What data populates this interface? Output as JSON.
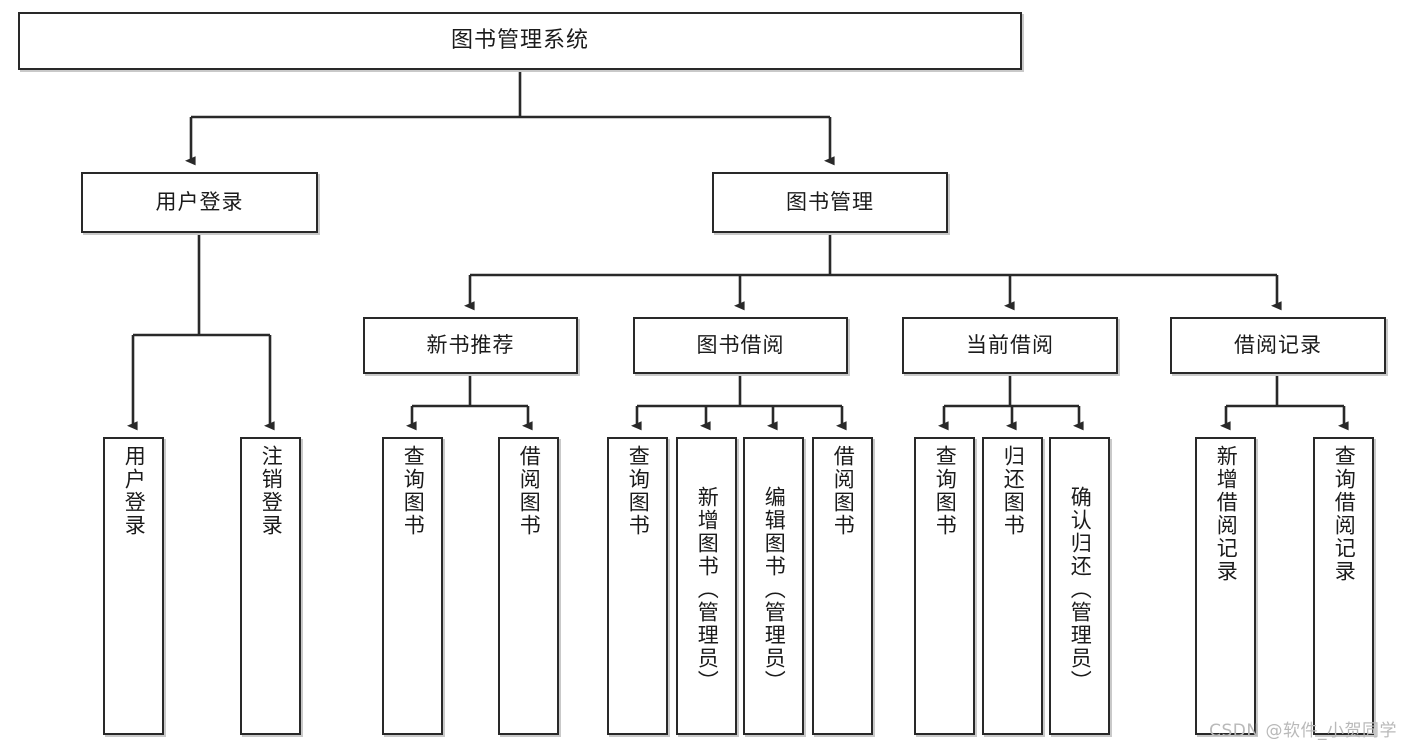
{
  "diagram": {
    "title": "图书管理系统",
    "type": "hierarchy-tree",
    "root": {
      "id": "root",
      "label": "图书管理系统"
    },
    "level1": [
      {
        "id": "user-login",
        "label": "用户登录"
      },
      {
        "id": "book-manage",
        "label": "图书管理"
      }
    ],
    "level2": [
      {
        "id": "new-book-rec",
        "label": "新书推荐",
        "parent": "book-manage"
      },
      {
        "id": "book-borrow",
        "label": "图书借阅",
        "parent": "book-manage"
      },
      {
        "id": "current-borrow",
        "label": "当前借阅",
        "parent": "book-manage"
      },
      {
        "id": "borrow-record",
        "label": "借阅记录",
        "parent": "book-manage"
      }
    ],
    "leaves": [
      {
        "id": "leaf-user-login",
        "label": "用户登录",
        "parent": "user-login"
      },
      {
        "id": "leaf-user-logout",
        "label": "注销登录",
        "parent": "user-login"
      },
      {
        "id": "leaf-query-book-1",
        "label": "查询图书",
        "parent": "new-book-rec"
      },
      {
        "id": "leaf-borrow-book-1",
        "label": "借阅图书",
        "parent": "new-book-rec"
      },
      {
        "id": "leaf-query-book-2",
        "label": "查询图书",
        "parent": "book-borrow"
      },
      {
        "id": "leaf-add-book",
        "label": "新增图书（管理员）",
        "parent": "book-borrow"
      },
      {
        "id": "leaf-edit-book",
        "label": "编辑图书（管理员）",
        "parent": "book-borrow"
      },
      {
        "id": "leaf-borrow-book-2",
        "label": "借阅图书",
        "parent": "book-borrow"
      },
      {
        "id": "leaf-query-book-3",
        "label": "查询图书",
        "parent": "current-borrow"
      },
      {
        "id": "leaf-return-book",
        "label": "归还图书",
        "parent": "current-borrow"
      },
      {
        "id": "leaf-confirm-return",
        "label": "确认归还（管理员）",
        "parent": "current-borrow"
      },
      {
        "id": "leaf-add-record",
        "label": "新增借阅记录",
        "parent": "borrow-record"
      },
      {
        "id": "leaf-query-record",
        "label": "查询借阅记录",
        "parent": "borrow-record"
      }
    ],
    "watermark": "CSDN @软件_小贺同学",
    "colors": {
      "border": "#292929",
      "shadow": "#c9c9c9",
      "background": "#ffffff",
      "text": "#1b1b1b",
      "watermark": "#b9b9b9"
    }
  }
}
